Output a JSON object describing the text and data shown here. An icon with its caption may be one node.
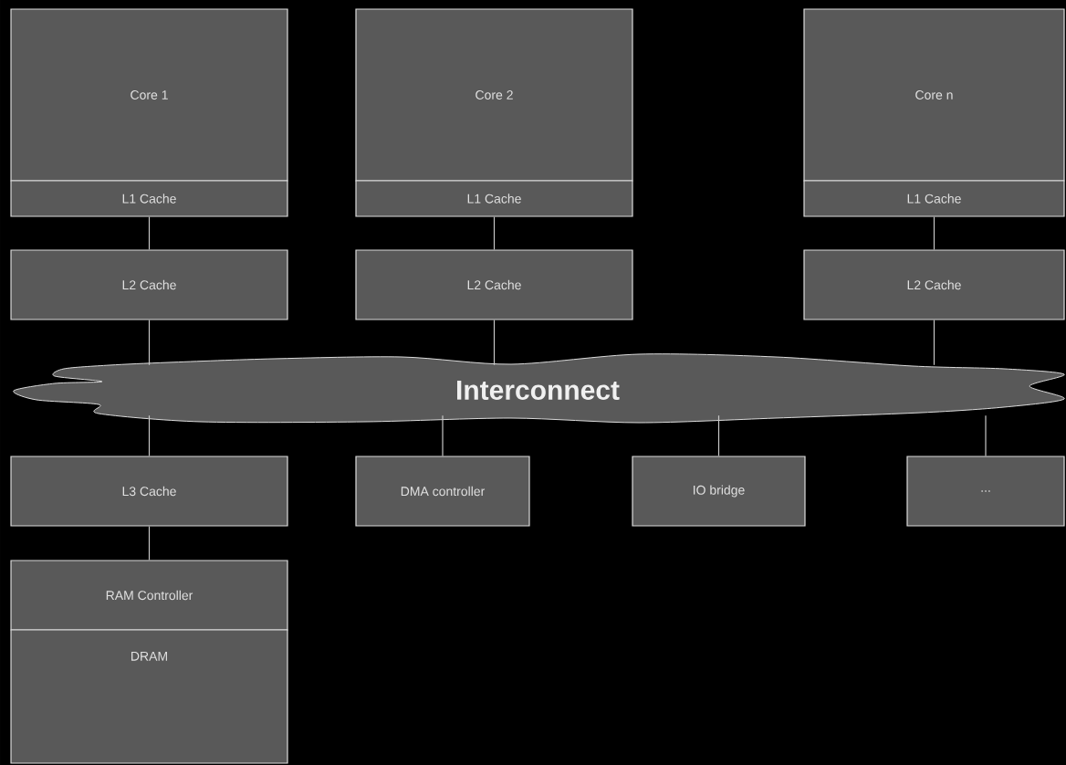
{
  "diagram": {
    "nodes": [
      {
        "text": [
          "Core 1"
        ]
      },
      {
        "text": [
          "Core 2"
        ]
      },
      {
        "text": [
          "Core n"
        ]
      },
      {
        "text": [
          "L1 Cache"
        ]
      },
      {
        "text": [
          "L1 Cache"
        ]
      },
      {
        "text": [
          "L1 Cache"
        ]
      },
      {
        "text": [
          "L2 Cache"
        ]
      },
      {
        "text": [
          "L2 Cache"
        ]
      },
      {
        "text": [
          "L2 Cache"
        ]
      },
      {
        "text": [
          "Interconnect"
        ]
      },
      {
        "text": [
          "L3 Cache"
        ]
      },
      {
        "text": [
          "DMA controller"
        ]
      },
      {
        "text": [
          "IO bridge"
        ]
      },
      {
        "text": [
          "..."
        ]
      },
      {
        "text": [
          "RAM Controller"
        ]
      },
      {
        "text": [
          "DRAM"
        ]
      }
    ],
    "edges": [
      {
        "from": 3,
        "to": 6,
        "arrow": "none"
      },
      {
        "from": 4,
        "to": 7,
        "arrow": "none"
      },
      {
        "from": 5,
        "to": 8,
        "arrow": "none"
      },
      {
        "from": 6,
        "to": 9,
        "arrow": "none"
      },
      {
        "from": 7,
        "to": 9,
        "arrow": "none"
      },
      {
        "from": 8,
        "to": 9,
        "arrow": "none"
      },
      {
        "from": 9,
        "to": 10,
        "arrow": "none"
      },
      {
        "from": 9,
        "to": 11,
        "arrow": "none"
      },
      {
        "from": 9,
        "to": 12,
        "arrow": "none"
      },
      {
        "from": 9,
        "to": 13,
        "arrow": "none"
      },
      {
        "from": 10,
        "to": 14,
        "arrow": "none"
      }
    ]
  }
}
